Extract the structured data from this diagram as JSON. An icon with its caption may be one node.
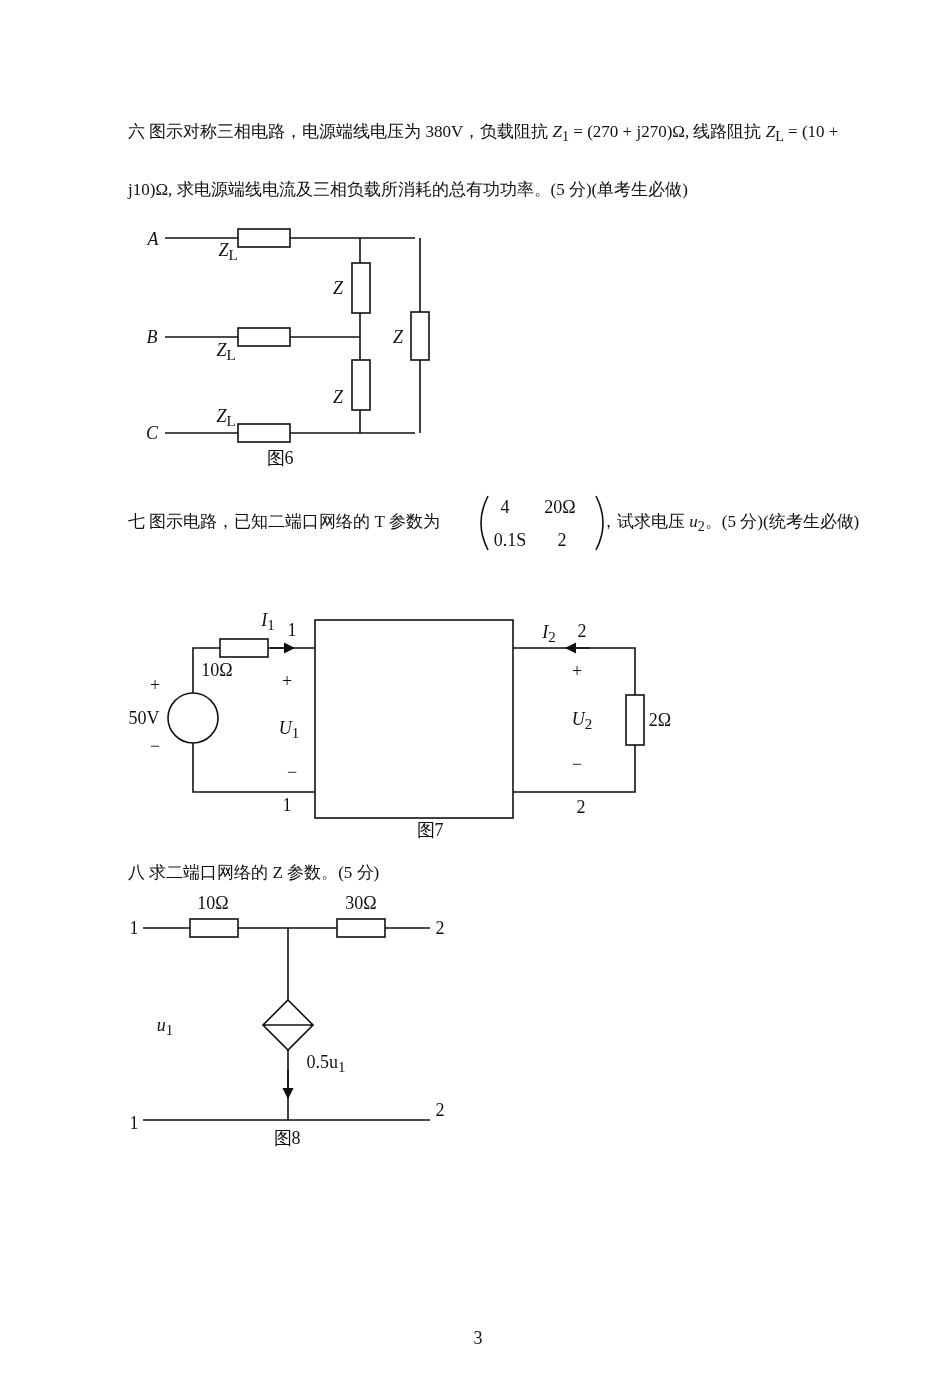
{
  "diagram": {
    "labels": [
      "六 图示对称三相电路，电源端线电压为 380V，负载阻抗 *Z*$_{1}$ = (270 + j270)Ω, 线路阻抗 *Z*$_{L}$ = (10 + j10)Ω, 求电源端线电流及三相负载所消耗的总有功功率。(5 分)(单考生必做)",
      "A",
      "*Z*$_{L}$",
      "Z",
      "B",
      "Z",
      "*Z*$_{L}$",
      "Z",
      "*Z*$_{L}$",
      "C",
      "图6",
      "七 图示电路，已知二端口网络的 T 参数为",
      "4",
      "20Ω",
      "0.1S",
      "2",
      "，试求电压 *u*$_{2}$。(5 分)(统考生必做)",
      "*I*$_{1}$",
      "1",
      "*I*$_{2}$",
      "2",
      "10Ω",
      "+",
      "+",
      "+",
      "50V",
      "*U*$_{1}$",
      "*U*$_{2}$",
      "2Ω",
      "−",
      "−",
      "−",
      "1",
      "2",
      "图7",
      "八 求二端口网络的 Z 参数。(5 分)",
      "10Ω",
      "30Ω",
      "1",
      "2",
      "*u*$_{1}$",
      "0.5u$_{1}$",
      "2",
      "1",
      "图8",
      "3"
    ]
  }
}
